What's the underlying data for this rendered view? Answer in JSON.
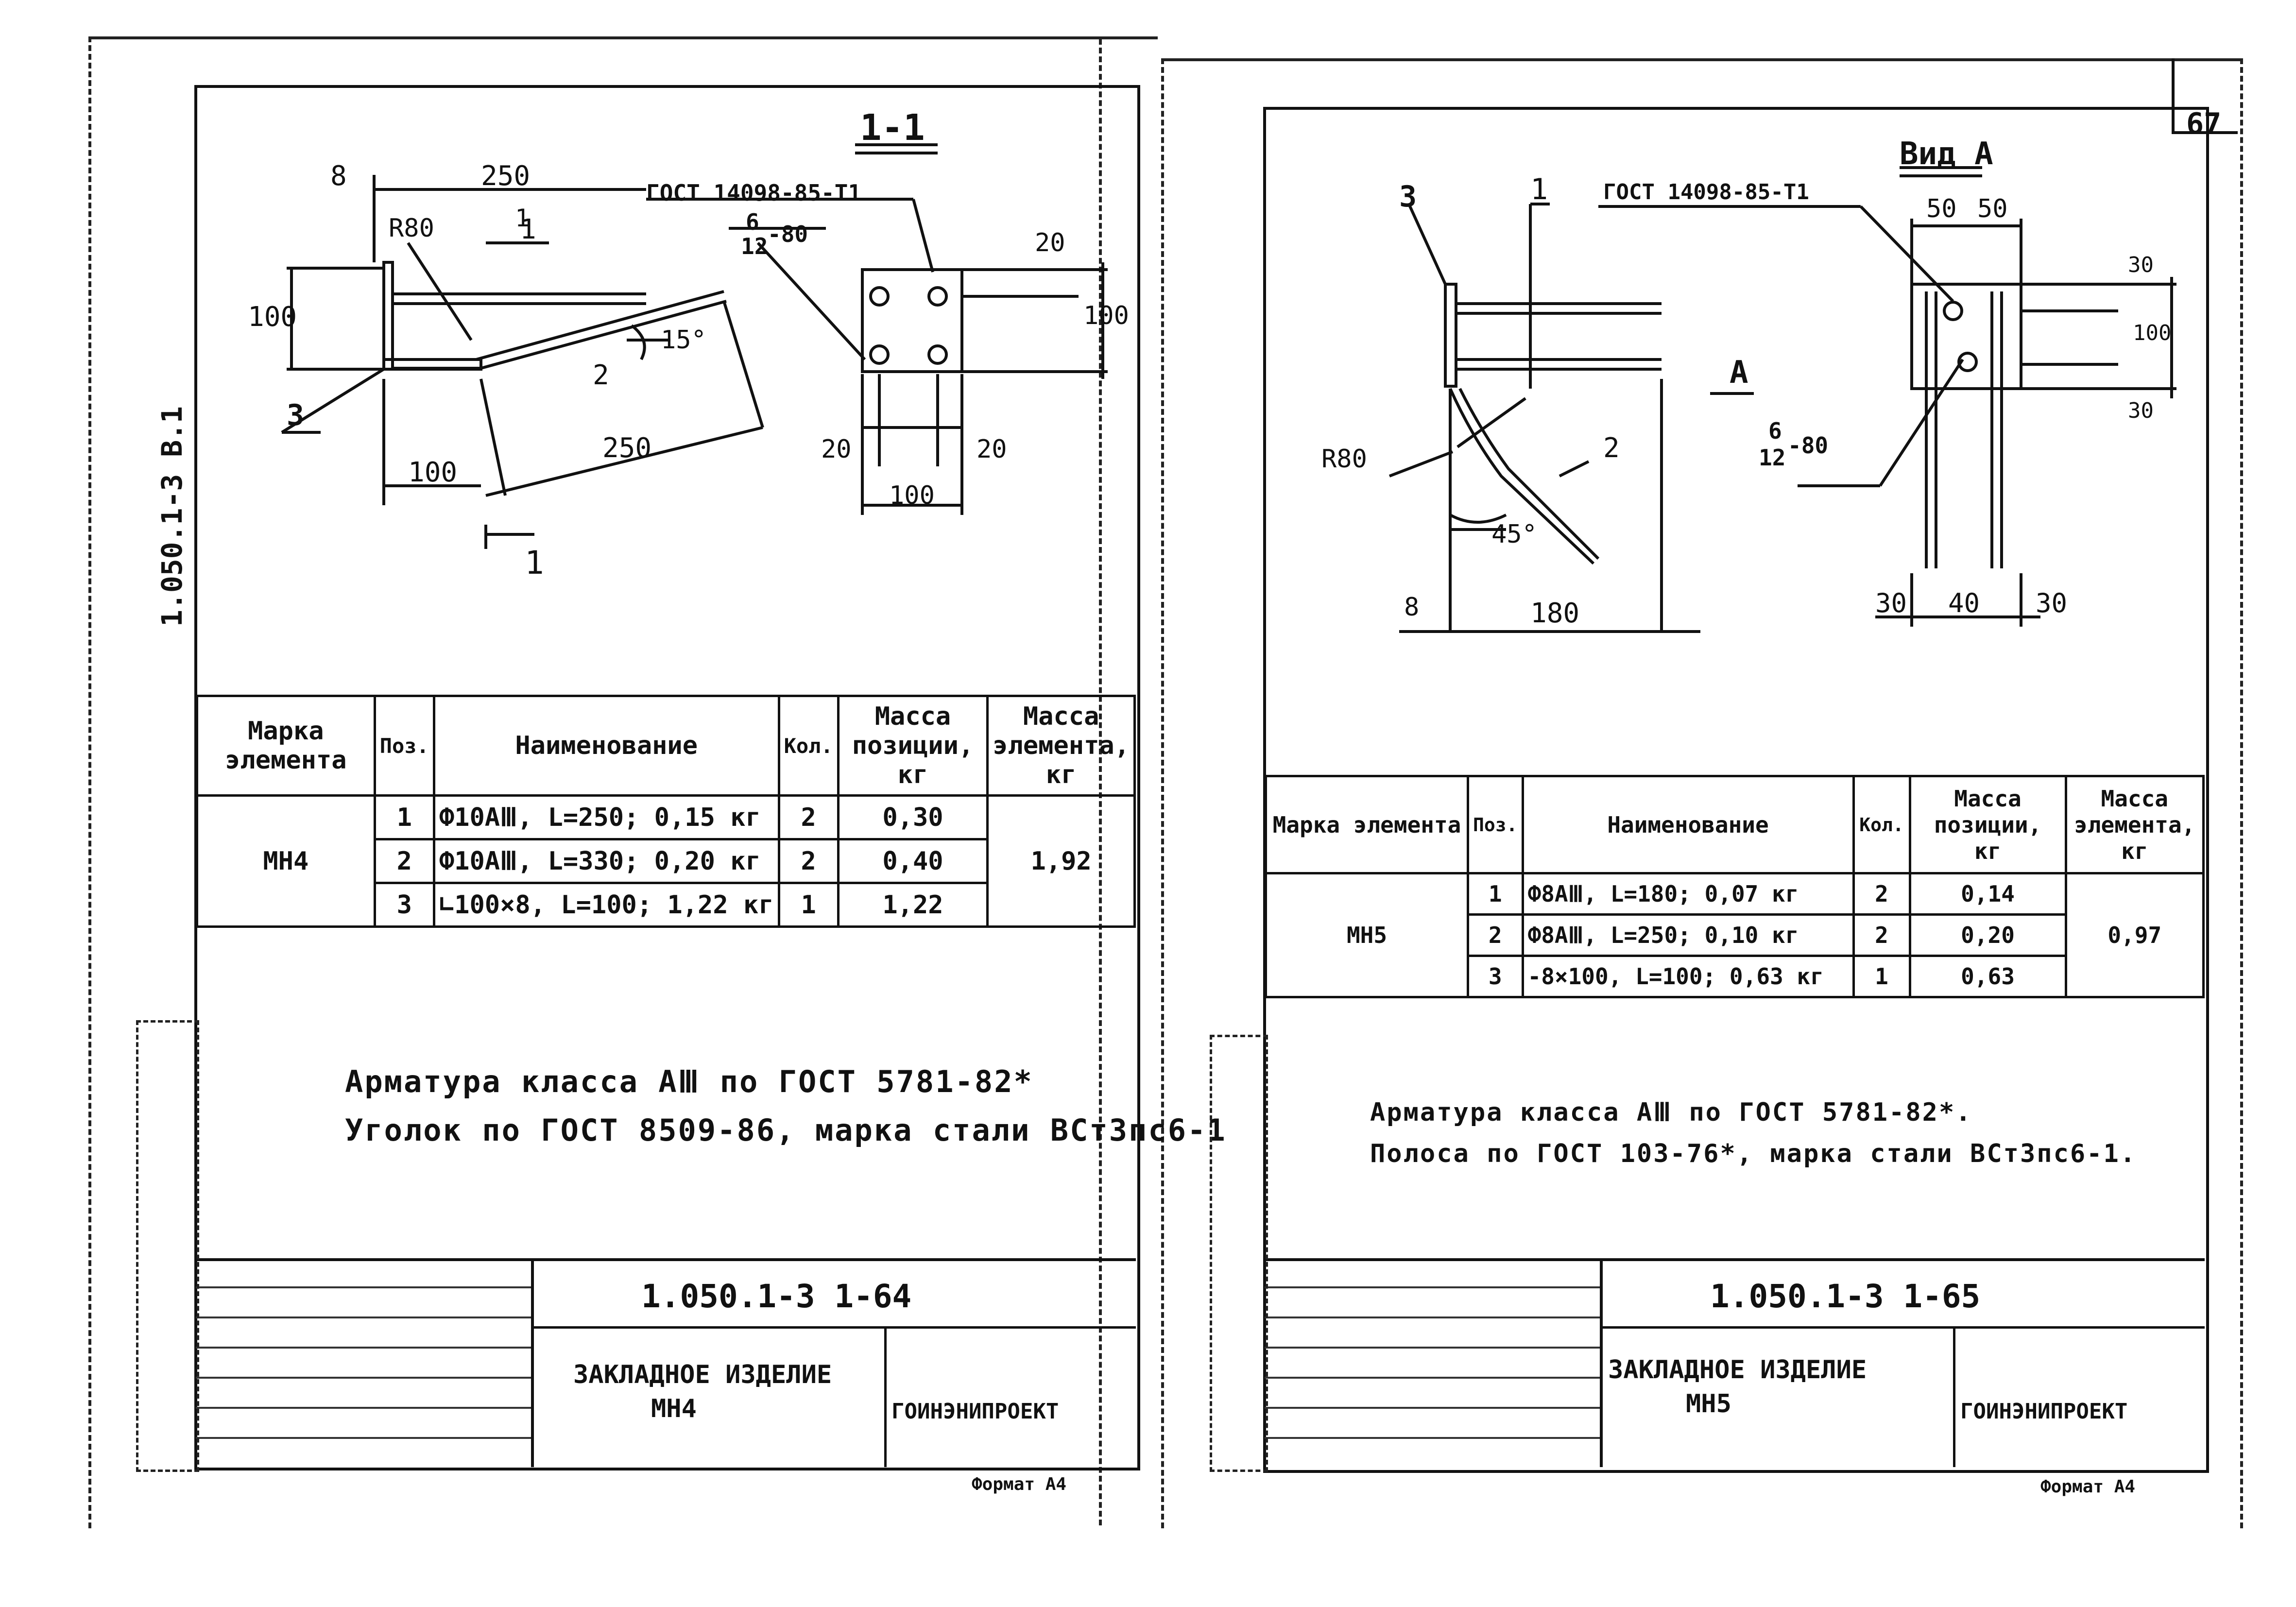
{
  "page": {
    "number": "67",
    "side_label": "1.050.1-3 В.1"
  },
  "left": {
    "section_title": "1-1",
    "gost_label": "ГОСТ 14098-85-Т1",
    "weld_label": "6/12-80",
    "weld_num": "6",
    "weld_den": "12",
    "weld_len": "-80",
    "dims": {
      "d8": "8",
      "d250a": "250",
      "r80": "R80",
      "d100v": "100",
      "d15": "15°",
      "d250b": "250",
      "d100h": "100",
      "d20a": "20",
      "d100r": "100",
      "d20b": "20",
      "d20c": "20",
      "d100b": "100"
    },
    "pos_labels": {
      "p1": "1",
      "p2": "2",
      "p3": "3",
      "cut1": "1",
      "cut2": "1"
    },
    "table": {
      "headers": {
        "mark": "Марка элемента",
        "pos": "Поз.",
        "name": "Наименование",
        "qty": "Кол.",
        "mass_pos": "Масса позиции, кг",
        "mass_el": "Масса элемента, кг"
      },
      "mark": "МН4",
      "rows": [
        {
          "pos": "1",
          "name": "Ф10АⅢ, L=250; 0,15 кг",
          "qty": "2",
          "mass": "0,30"
        },
        {
          "pos": "2",
          "name": "Ф10АⅢ, L=330; 0,20 кг",
          "qty": "2",
          "mass": "0,40"
        },
        {
          "pos": "3",
          "name": "∟100×8, L=100; 1,22 кг",
          "qty": "1",
          "mass": "1,22"
        }
      ],
      "mass_element": "1,92"
    },
    "notes": [
      "Арматура класса АⅢ по ГОСТ 5781-82*",
      "Уголок по ГОСТ 8509-86, марка стали ВСт3пс6-1"
    ],
    "stamp": {
      "code": "1.050.1-3 1-64",
      "title": "ЗАКЛАДНОЕ ИЗДЕЛИЕ",
      "mark": "МН4",
      "org": "ГОИНЭНИПРОЕКТ",
      "format": "Формат А4"
    }
  },
  "right": {
    "view_title": "Вид А",
    "gost_label": "ГОСТ 14098-85-Т1",
    "weld_num": "6",
    "weld_den": "12",
    "weld_len": "-80",
    "view_arrow": "А",
    "dims": {
      "d50a": "50",
      "d50b": "50",
      "r80": "R80",
      "d45": "45°",
      "d8": "8",
      "d180": "180",
      "d30a": "30",
      "d40": "40",
      "d30b": "30",
      "d30v": "30",
      "d100": "100",
      "d30v2": "30"
    },
    "pos_labels": {
      "p1": "1",
      "p2": "2",
      "p3": "3"
    },
    "table": {
      "headers": {
        "mark": "Марка элемента",
        "pos": "Поз.",
        "name": "Наименование",
        "qty": "Кол.",
        "mass_pos": "Масса позиции, кг",
        "mass_el": "Масса элемента, кг"
      },
      "mark": "МН5",
      "rows": [
        {
          "pos": "1",
          "name": "Ф8АⅢ, L=180; 0,07 кг",
          "qty": "2",
          "mass": "0,14"
        },
        {
          "pos": "2",
          "name": "Ф8АⅢ, L=250; 0,10 кг",
          "qty": "2",
          "mass": "0,20"
        },
        {
          "pos": "3",
          "name": "-8×100, L=100; 0,63 кг",
          "qty": "1",
          "mass": "0,63"
        }
      ],
      "mass_element": "0,97"
    },
    "notes": [
      "Арматура класса АⅢ по ГОСТ 5781-82*.",
      "Полоса по ГОСТ 103-76*, марка стали ВСт3пс6-1."
    ],
    "stamp": {
      "code": "1.050.1-3 1-65",
      "title": "ЗАКЛАДНОЕ ИЗДЕЛИЕ",
      "mark": "МН5",
      "org": "ГОИНЭНИПРОЕКТ",
      "format": "Формат А4"
    }
  }
}
